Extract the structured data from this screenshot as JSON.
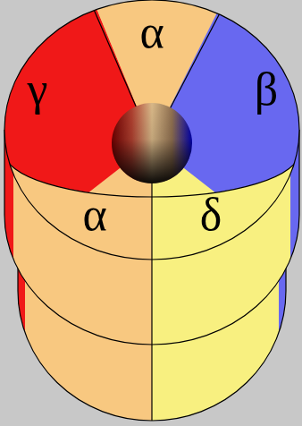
{
  "diagram": {
    "nodes": [
      {
        "text": [
          "α"
        ]
      },
      {
        "text": [
          "γ"
        ]
      },
      {
        "text": [
          "β"
        ]
      },
      {
        "text": [
          "α"
        ]
      },
      {
        "text": [
          "δ"
        ]
      }
    ]
  }
}
